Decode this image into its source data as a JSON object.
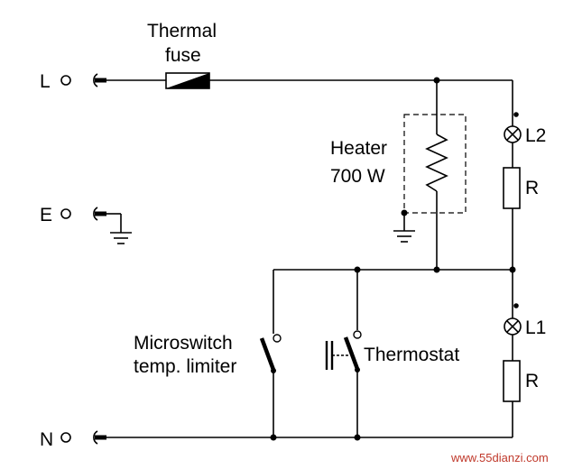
{
  "terminals": {
    "line": "L",
    "earth": "E",
    "neutral": "N"
  },
  "thermal_fuse": {
    "line1": "Thermal",
    "line2": "fuse"
  },
  "heater": {
    "line1": "Heater",
    "line2": "700 W"
  },
  "lamps": {
    "upper": "L2",
    "lower": "L1"
  },
  "resistors": {
    "upper": "R",
    "lower": "R"
  },
  "microswitch": {
    "line1": "Microswitch",
    "line2": "temp. limiter"
  },
  "thermostat": {
    "label": "Thermostat"
  },
  "watermark": "www.55dianzi.com"
}
